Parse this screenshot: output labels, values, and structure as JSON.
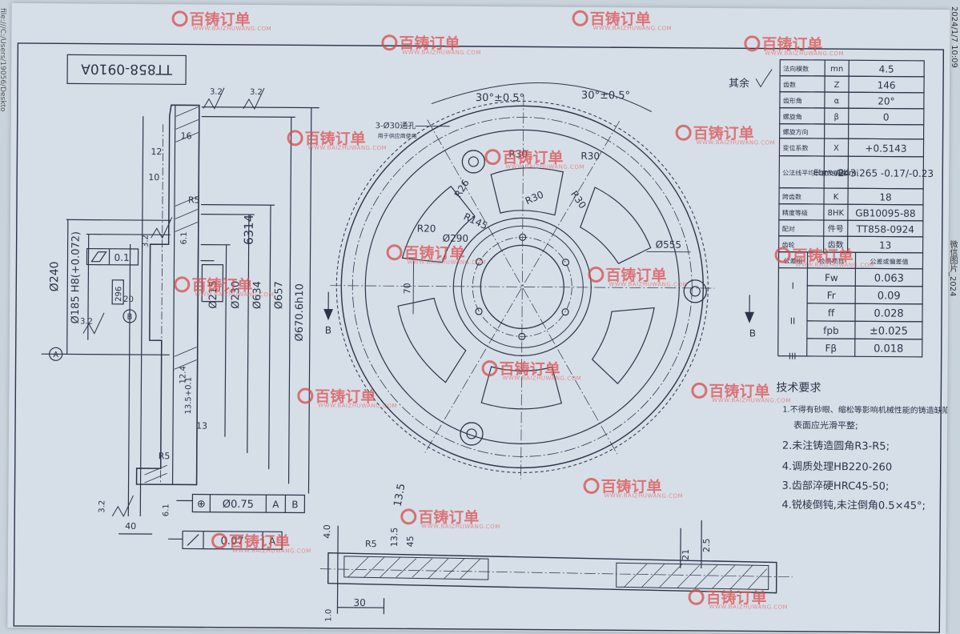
{
  "sheet": {
    "timestamp": "2024/1/7 10:09",
    "file_path": "file:///C:/Users/19056/Deskto",
    "side_note": "微信图片_2024",
    "drawing_no": "TT858-0910A",
    "surface_note": "其余"
  },
  "watermark": {
    "brand": "百铸订单",
    "site": "WWW.BAIZHUWANG.COM"
  },
  "side_view": {
    "roughness": [
      "3.2",
      "3.2",
      "3.2",
      "3.2",
      "3.2"
    ],
    "dims": {
      "d240": "Ø240",
      "d185": "Ø185 H8(+0.072)",
      "d296": "296",
      "d20": "20",
      "d215": "Ø215",
      "d230": "Ø230",
      "d657": "Ø657",
      "d634": "Ø634",
      "d6314": "6314",
      "d670": "Ø670.6h10",
      "w16": "16",
      "w12": "12",
      "w10": "10",
      "r5": "R5",
      "r5b": "R5",
      "w6": "6.1",
      "w6b": "6.1",
      "w124": "12.4",
      "w1354": "13.5+0.1",
      "w13": "13",
      "w40": "40"
    },
    "flatness": "0.1",
    "datum_a": "A",
    "datum_b": "B",
    "position_tol": {
      "symbol": "⊕",
      "value": "Ø0.75",
      "refs": [
        "A",
        "B"
      ]
    },
    "runout_tol": {
      "value": "0.07",
      "ref": "A"
    }
  },
  "front_view": {
    "angle_left": "30°±0.5°",
    "angle_right": "30°±0.5°",
    "holes": "3-Ø30通孔",
    "holes_note": "用于供应商使用",
    "radii": [
      "R30",
      "R30",
      "R30",
      "R30",
      "R26",
      "R20",
      "R145"
    ],
    "dims": {
      "d290": "Ø290",
      "d555": "Ø555",
      "w70": "70"
    },
    "section_b": "B"
  },
  "gear_table": {
    "rows": [
      {
        "label": "法向模数",
        "sym": "mn",
        "value": "4.5"
      },
      {
        "label": "齿数",
        "sym": "Z",
        "value": "146"
      },
      {
        "label": "齿形角",
        "sym": "α",
        "value": "20°"
      },
      {
        "label": "螺旋角",
        "sym": "β",
        "value": "0"
      },
      {
        "label": "螺旋方向",
        "sym": "",
        "value": ""
      },
      {
        "label": "变位系数",
        "sym": "X",
        "value": "+0.5143"
      },
      {
        "label": "公法线平均长度及偏差",
        "sym": "Ebms/Ebmi",
        "value": "243.265 -0.17/-0.23"
      },
      {
        "label": "跨齿数",
        "sym": "K",
        "value": "18"
      },
      {
        "label": "精度等级",
        "sym": "8HK",
        "value": "GB10095-88"
      },
      {
        "label": "配对",
        "sym": "件号",
        "value": "TT858-0924"
      },
      {
        "label": "齿轮",
        "sym": "齿数",
        "value": "13"
      }
    ],
    "tol_header": [
      "公差组",
      "检测项目",
      "公差或偏差值"
    ],
    "tol_rows": [
      {
        "group": "I",
        "item": "Fw",
        "value": "0.063"
      },
      {
        "group": "",
        "item": "Fr",
        "value": "0.09"
      },
      {
        "group": "II",
        "item": "ff",
        "value": "0.028"
      },
      {
        "group": "",
        "item": "fpb",
        "value": "±0.025"
      },
      {
        "group": "III",
        "item": "Fβ",
        "value": "0.018"
      }
    ]
  },
  "tech_req": {
    "title": "技术要求",
    "items": [
      "1.不得有砂眼、缩松等影响机械性能的铸造缺陷",
      "表面应光滑平整;",
      "2.未注铸造圆角R3-R5;",
      "4.调质处理HB220-260",
      "3.齿部淬硬HRC45-50;",
      "4.锐棱倒钝,未注倒角0.5×45°;"
    ]
  },
  "section_view": {
    "dims": {
      "d30": "30",
      "d40": "4.0",
      "d135": "13.5",
      "d135b": "13.5",
      "d45": "45",
      "r5": "R5",
      "d10": "1.0",
      "d21": "21",
      "d25": "2.5"
    }
  }
}
